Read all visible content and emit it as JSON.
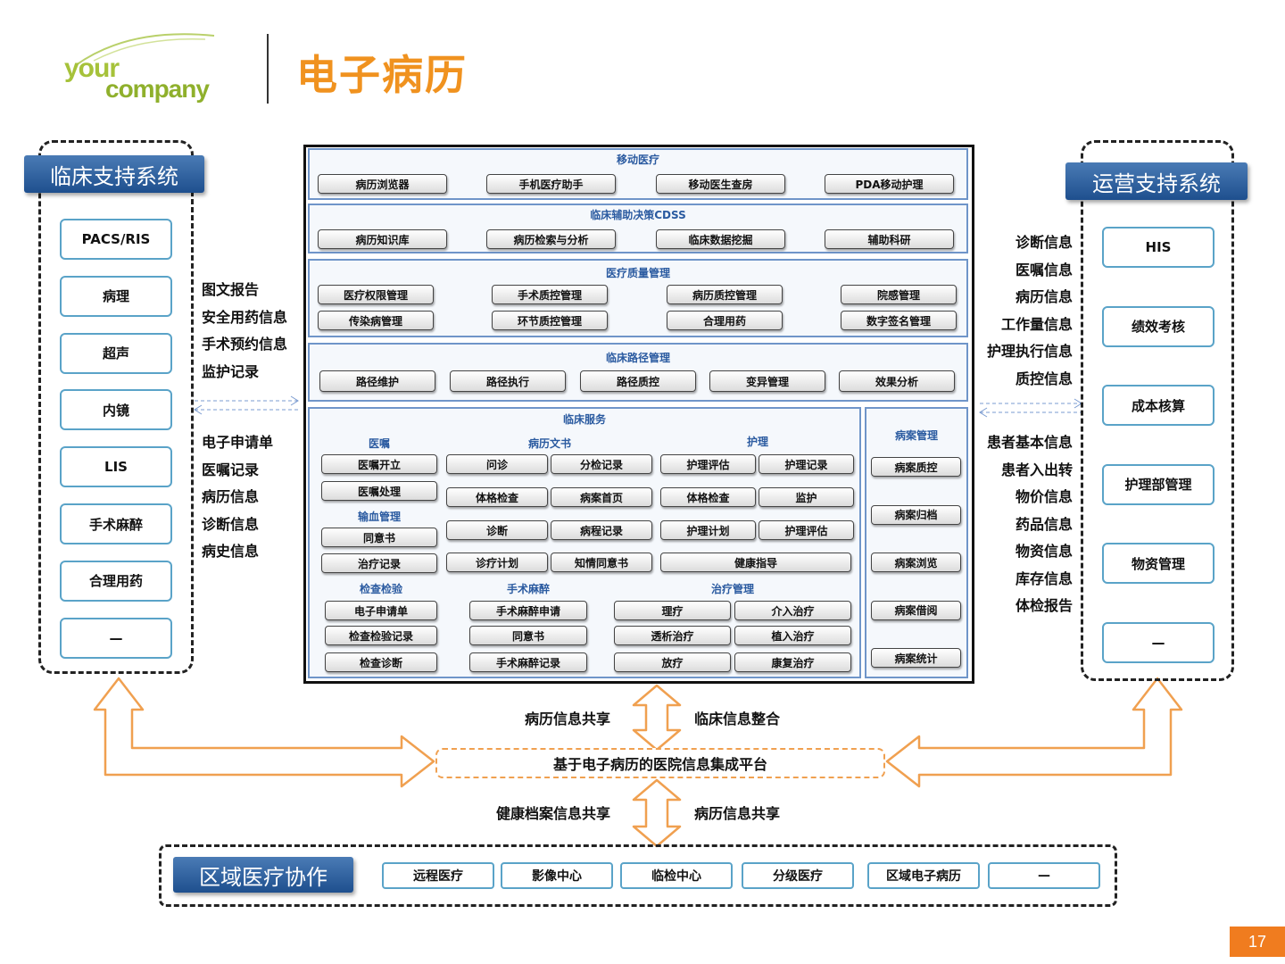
{
  "header": {
    "logo_your": "your",
    "logo_company": "company",
    "title": "电子病历"
  },
  "colors": {
    "accent": "#f0921f",
    "panel_blue": "#1e4f8e",
    "box_border": "#5aa3c8",
    "arrow": "#f0a050"
  },
  "left_panel": {
    "title": "临床支持系统",
    "items": [
      "PACS/RIS",
      "病理",
      "超声",
      "内镜",
      "LIS",
      "手术麻醉",
      "合理用药",
      "—"
    ],
    "labels_top": [
      "图文报告",
      "安全用药信息",
      "手术预约信息",
      "监护记录"
    ],
    "labels_bottom": [
      "电子申请单",
      "医嘱记录",
      "病历信息",
      "诊断信息",
      "病史信息"
    ]
  },
  "right_panel": {
    "title": "运营支持系统",
    "items": [
      "HIS",
      "绩效考核",
      "成本核算",
      "护理部管理",
      "物资管理",
      "—"
    ],
    "labels_top": [
      "诊断信息",
      "医嘱信息",
      "病历信息",
      "工作量信息",
      "护理执行信息",
      "质控信息"
    ],
    "labels_bottom": [
      "患者基本信息",
      "患者入出转",
      "物价信息",
      "药品信息",
      "物资信息",
      "库存信息",
      "体检报告"
    ]
  },
  "center": {
    "mobile": {
      "title": "移动医疗",
      "items": [
        "病历浏览器",
        "手机医疗助手",
        "移动医生查房",
        "PDA移动护理"
      ]
    },
    "cdss": {
      "title": "临床辅助决策CDSS",
      "items": [
        "病历知识库",
        "病历检索与分析",
        "临床数据挖掘",
        "辅助科研"
      ]
    },
    "quality": {
      "title": "医疗质量管理",
      "items": [
        "医疗权限管理",
        "手术质控管理",
        "病历质控管理",
        "院感管理",
        "传染病管理",
        "环节质控管理",
        "合理用药",
        "数字签名管理"
      ]
    },
    "pathway": {
      "title": "临床路径管理",
      "items": [
        "路径维护",
        "路径执行",
        "路径质控",
        "变异管理",
        "效果分析"
      ]
    },
    "service": {
      "title": "临床服务",
      "orders": {
        "title": "医嘱",
        "items": [
          "医嘱开立",
          "医嘱处理"
        ]
      },
      "transfusion": {
        "title": "输血管理",
        "items": [
          "同意书",
          "治疗记录"
        ]
      },
      "docs": {
        "title": "病历文书",
        "items": [
          "问诊",
          "分检记录",
          "体格检查",
          "病案首页",
          "诊断",
          "病程记录",
          "诊疗计划",
          "知情同意书"
        ]
      },
      "nursing": {
        "title": "护理",
        "items": [
          "护理评估",
          "护理记录",
          "体格检查",
          "监护",
          "护理计划",
          "护理评估",
          "健康指导"
        ]
      },
      "exam": {
        "title": "检查检验",
        "items": [
          "电子申请单",
          "检查检验记录",
          "检查诊断"
        ]
      },
      "surgery": {
        "title": "手术麻醉",
        "items": [
          "手术麻醉申请",
          "同意书",
          "手术麻醉记录"
        ]
      },
      "treatment": {
        "title": "治疗管理",
        "items": [
          "理疗",
          "介入治疗",
          "透析治疗",
          "植入治疗",
          "放疗",
          "康复治疗"
        ]
      }
    },
    "disease": {
      "title": "病案管理",
      "items": [
        "病案质控",
        "病案归档",
        "病案浏览",
        "病案借阅",
        "病案统计"
      ]
    }
  },
  "flow": {
    "top_left": "病历信息共享",
    "top_right": "临床信息整合",
    "platform": "基于电子病历的医院信息集成平台",
    "bottom_left": "健康档案信息共享",
    "bottom_right": "病历信息共享"
  },
  "region": {
    "title": "区域医疗协作",
    "items": [
      "远程医疗",
      "影像中心",
      "临检中心",
      "分级医疗",
      "区域电子病历",
      "—"
    ]
  },
  "page_number": "17"
}
